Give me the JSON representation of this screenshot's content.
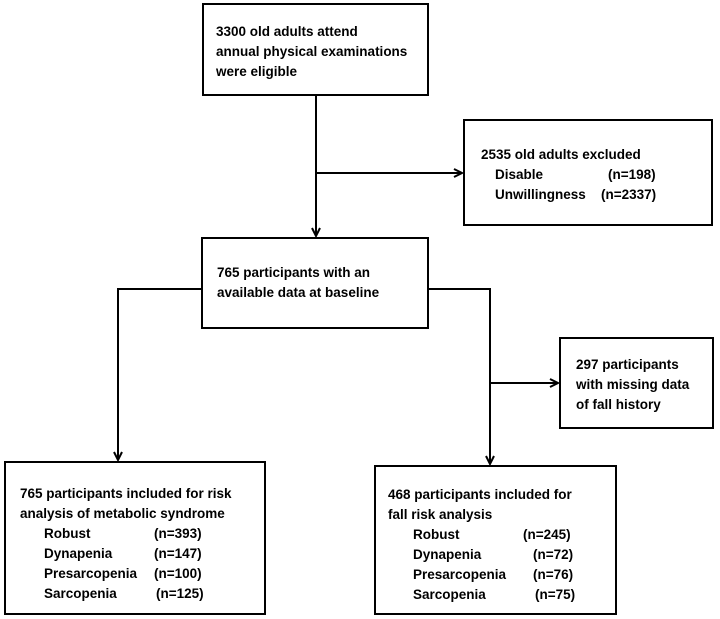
{
  "boxes": {
    "eligible": {
      "lines": [
        "3300 old adults attend",
        "annual physical examinations",
        "were eligible"
      ]
    },
    "excluded": {
      "title": "2535 old adults excluded",
      "items": [
        {
          "label": "Disable",
          "value": "(n=198)"
        },
        {
          "label": "Unwillingness",
          "value": "(n=2337)"
        }
      ]
    },
    "baseline": {
      "lines": [
        "765 participants with an",
        "available data at baseline"
      ]
    },
    "missing": {
      "lines": [
        "297 participants",
        "with missing data",
        "of fall history"
      ]
    },
    "metabolic": {
      "lines": [
        "765 participants included for risk",
        "analysis of metabolic syndrome"
      ],
      "items": [
        {
          "label": "Robust",
          "value": "(n=393)"
        },
        {
          "label": "Dynapenia",
          "value": "(n=147)"
        },
        {
          "label": "Presarcopenia",
          "value": "(n=100)"
        },
        {
          "label": "Sarcopenia",
          "value": "(n=125)"
        }
      ]
    },
    "fall": {
      "lines": [
        "468 participants included for",
        "fall risk analysis"
      ],
      "items": [
        {
          "label": "Robust",
          "value": "(n=245)"
        },
        {
          "label": "Dynapenia",
          "value": "(n=72)"
        },
        {
          "label": "Presarcopenia",
          "value": "(n=76)"
        },
        {
          "label": "Sarcopenia",
          "value": "(n=75)"
        }
      ]
    }
  }
}
